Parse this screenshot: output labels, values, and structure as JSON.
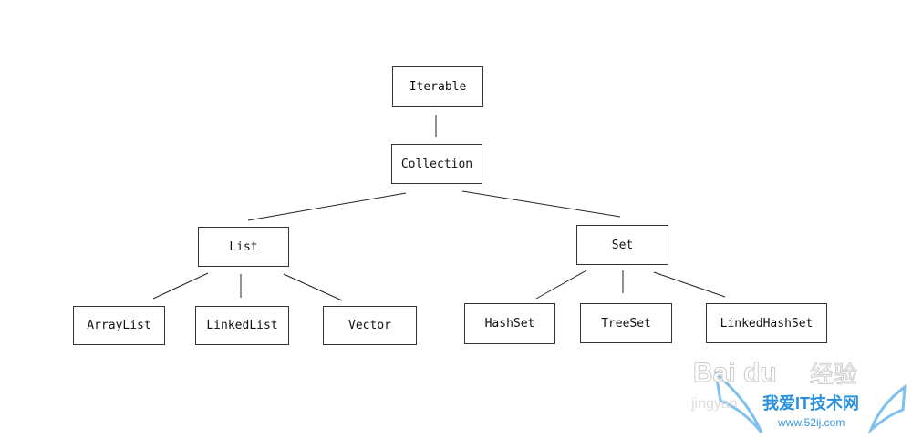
{
  "nodes": {
    "iterable": "Iterable",
    "collection": "Collection",
    "list": "List",
    "set": "Set",
    "arraylist": "ArrayList",
    "linkedlist": "LinkedList",
    "vector": "Vector",
    "hashset": "HashSet",
    "treeset": "TreeSet",
    "linkedhashset": "LinkedHashSet"
  },
  "watermark": {
    "baidu": "Bai du",
    "jingyan_cn": "经验",
    "jingyan": "jingyan",
    "site_cn": "我爱IT技术网",
    "site_url": "www.52ij.com"
  }
}
